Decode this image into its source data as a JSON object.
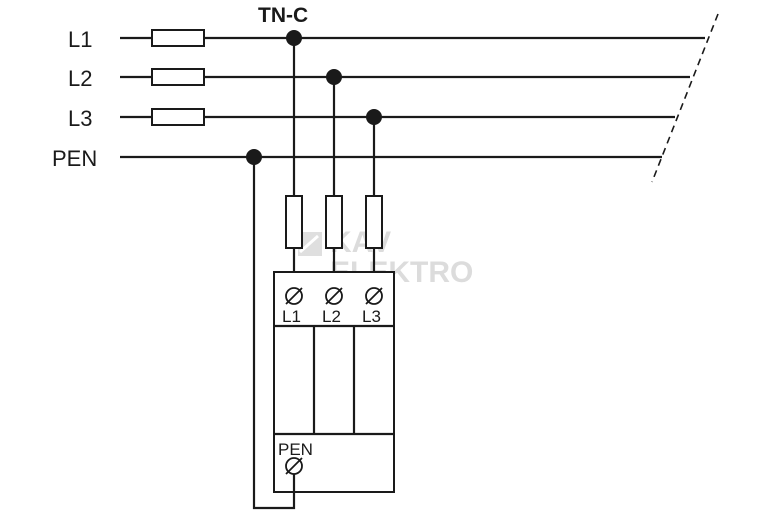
{
  "title": "TN-C",
  "lines": [
    "L1",
    "L2",
    "L3",
    "PEN"
  ],
  "device_terminals": [
    "L1",
    "L2",
    "L3"
  ],
  "device_pen_label": "PEN",
  "watermark": {
    "line1": "KAV",
    "line2": "ELEKTRO"
  }
}
